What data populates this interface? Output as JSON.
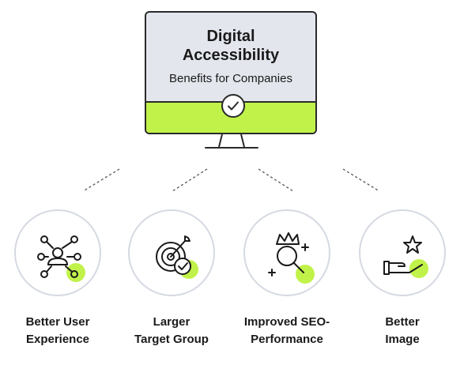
{
  "monitor": {
    "title_line1": "Digital",
    "title_line2": "Accessibility",
    "subtitle": "Benefits for Companies",
    "badge_icon": "checkmark-icon"
  },
  "colors": {
    "accent": "#c1f24a",
    "screen": "#e3e6ec",
    "outline": "#2a2a2a",
    "circle_border": "#d5d9e2"
  },
  "benefits": [
    {
      "line1": "Better User",
      "line2": "Experience",
      "icon": "network-user-icon"
    },
    {
      "line1": "Larger",
      "line2": "Target Group",
      "icon": "target-arrow-icon"
    },
    {
      "line1": "Improved SEO-",
      "line2": "Performance",
      "icon": "crown-search-icon"
    },
    {
      "line1": "Better",
      "line2": "Image",
      "icon": "star-hand-icon"
    }
  ]
}
